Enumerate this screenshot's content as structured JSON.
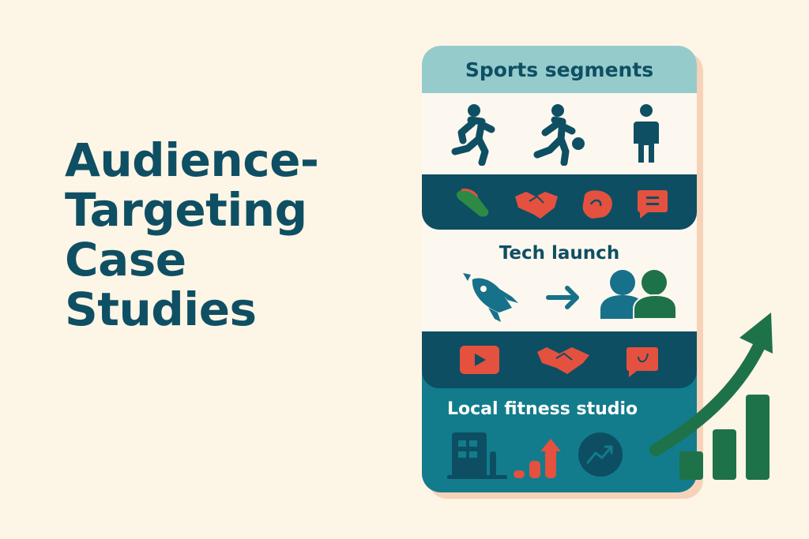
{
  "title": {
    "lines": [
      "Audience-",
      "Targeting",
      "Case",
      "Studies"
    ]
  },
  "card": {
    "sections": [
      {
        "title": "Sports segments",
        "icons": [
          "runner-icon",
          "basketball-player-icon",
          "standing-person-icon"
        ],
        "channel_icons": [
          "sneaker-icon",
          "handshake-icon",
          "boxing-glove-icon",
          "chat-bubble-icon"
        ]
      },
      {
        "title": "Tech launch",
        "icons": [
          "rocket-icon",
          "arrow-right-icon",
          "users-group-icon"
        ],
        "channel_icons": [
          "video-play-icon",
          "handshake-icon",
          "chat-bubble-icon"
        ]
      },
      {
        "title": "Local fitness studio",
        "icons": [
          "building-icon",
          "rising-bars-icon",
          "trend-circle-icon"
        ]
      }
    ]
  },
  "decoration": {
    "growth_chart": "growth-arrow-bars-icon"
  },
  "colors": {
    "background": "#fdf5e6",
    "primary_text": "#0f4f63",
    "header_teal": "#95cbcb",
    "dark_band": "#0d4e63",
    "teal_panel": "#127c8c",
    "accent_red": "#e4513f",
    "accent_green": "#1e7249"
  }
}
